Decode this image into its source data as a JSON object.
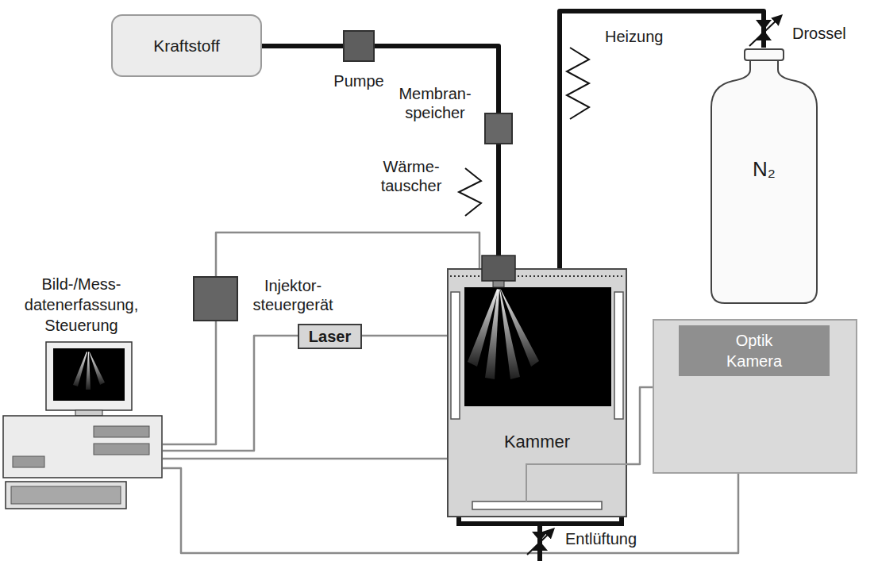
{
  "diagram": {
    "nodes": [
      {
        "text": [
          "Kraftstoff"
        ]
      },
      {
        "text": [
          "Pumpe"
        ]
      },
      {
        "text": [
          "Membran- speicher"
        ]
      },
      {
        "text": [
          "Injektor- steuergerät"
        ]
      },
      {
        "text": [
          "Laser"
        ]
      },
      {
        "text": [
          "Kammer"
        ]
      },
      {
        "text": [
          "Optik Kamera"
        ]
      },
      {
        "text": [
          "N₂"
        ]
      },
      {
        "text": [
          "Bild-/Mess- datenerfassung, Steuerung"
        ]
      }
    ],
    "edges": [
      {
        "from": 0,
        "to": 1,
        "arrow": "none"
      },
      {
        "from": 1,
        "to": 2,
        "arrow": "none"
      },
      {
        "from": 2,
        "to": 5,
        "arrow": "none"
      },
      {
        "from": 7,
        "to": 5,
        "arrow": "none"
      },
      {
        "from": 8,
        "to": 3,
        "arrow": "none"
      },
      {
        "from": 3,
        "to": 5,
        "arrow": "none"
      },
      {
        "from": 8,
        "to": 4,
        "arrow": "none"
      },
      {
        "from": 4,
        "to": 5,
        "arrow": "none"
      },
      {
        "from": 8,
        "to": 5,
        "arrow": "none"
      },
      {
        "from": 8,
        "to": 6,
        "arrow": "none"
      },
      {
        "from": 6,
        "to": 5,
        "arrow": "none"
      }
    ],
    "labels": [
      "Wärme- tauscher",
      "Heizung",
      "Drossel",
      "Entlüftung"
    ]
  }
}
